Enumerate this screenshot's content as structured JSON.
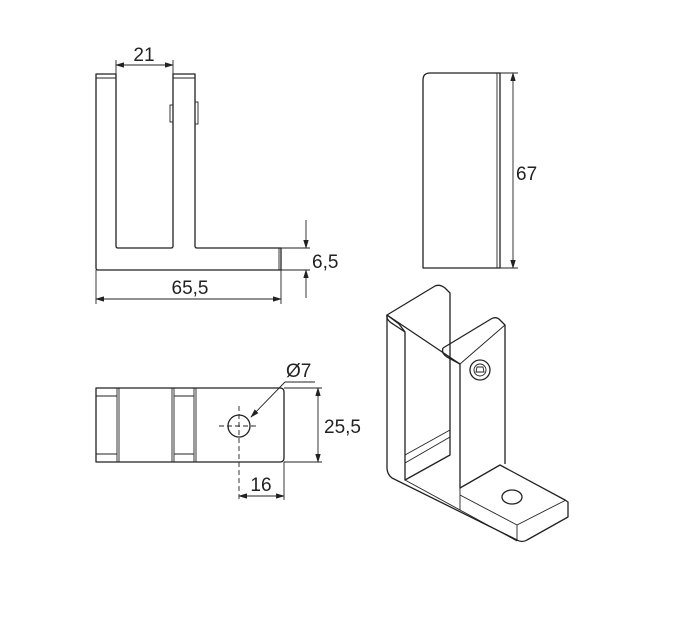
{
  "drawing": {
    "side_view": {
      "width_slot": "21",
      "total_length": "65,5",
      "base_thickness": "6,5"
    },
    "front_view": {
      "height": "67"
    },
    "top_view": {
      "hole_diameter": "Ø7",
      "depth": "25,5",
      "hole_offset": "16"
    },
    "iso_view": {
      "label": ""
    }
  }
}
